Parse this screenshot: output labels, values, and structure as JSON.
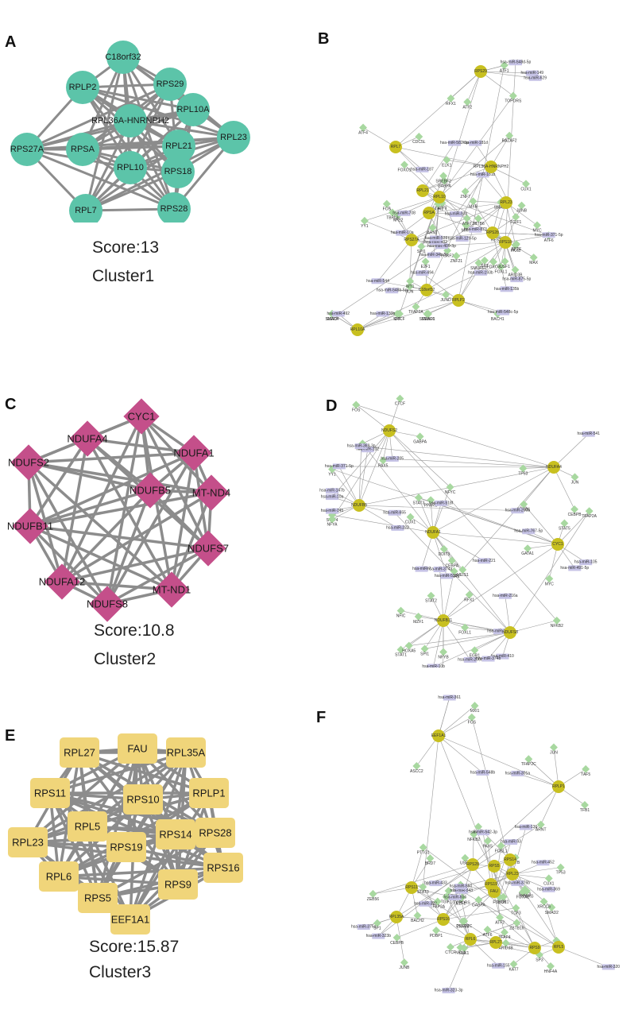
{
  "panel_labels": {
    "a": "A",
    "b": "B",
    "c": "C",
    "d": "D",
    "e": "E",
    "f": "F"
  },
  "colors": {
    "cluster1": "#5cc4a9",
    "cluster2": "#c44f8a",
    "cluster3": "#f0d57a",
    "hub": "#c8c020",
    "tf": "#a8d8a0",
    "mirna": "#c6c3e6",
    "edge": "#8c8c8c"
  },
  "clusters": [
    {
      "score": "Score:13",
      "name": "Cluster1",
      "nodes": [
        "C18orf32",
        "RPLP2",
        "RPS29",
        "RPL10A",
        "RPL36A-HNRNPH2",
        "RPS27A",
        "RPSA",
        "RPL21",
        "RPL23",
        "RPL10",
        "RPS18",
        "RPL7",
        "RPS28"
      ]
    },
    {
      "score": "Score:10.8",
      "name": "Cluster2",
      "nodes": [
        "NDUFA4",
        "CYC1",
        "NDUFS2",
        "NDUFA1",
        "NDUFB5",
        "MT-ND4",
        "NDUFB11",
        "NDUFS7",
        "NDUFA12",
        "MT-ND1",
        "NDUFS8"
      ]
    },
    {
      "score": "Score:15.87",
      "name": "Cluster3",
      "nodes": [
        "RPL27",
        "FAU",
        "RPL35A",
        "RPS11",
        "RPLP1",
        "RPS10",
        "RPL5",
        "RPS28",
        "RPL23",
        "RPS14",
        "RPS19",
        "RPS16",
        "RPL6",
        "RPS9",
        "RPS5",
        "EEF1A1"
      ]
    }
  ],
  "panel_b": {
    "hubs": [
      "RPS29",
      "RPL7",
      "RPL36A-HNRNPH2",
      "RPL21",
      "RPL10",
      "RPSA",
      "RPL23",
      "RPS27A",
      "RPS28",
      "RPS18",
      "C18orf32",
      "RPLP2",
      "RPL10A"
    ],
    "tfs": [
      "TGIF1",
      "ARID3B",
      "FOXO1",
      "REST",
      "JUN",
      "ATF2",
      "FOS",
      "JUND",
      "BACH1",
      "SREBF1",
      "NFE2",
      "JUNB",
      "FOXL1",
      "ZNF7",
      "FOXF2",
      "CTCF",
      "TFAP2A",
      "WT1",
      "EGR2",
      "MYC",
      "SRF",
      "MAX",
      "TBPL3",
      "YY1",
      "MXI1",
      "USF1",
      "SP1",
      "SPI1",
      "RFX1",
      "FOXO3",
      "ATF3",
      "CUX1",
      "SMAD2",
      "SMAD1",
      "BAZAF2",
      "SMURF2",
      "PAX8",
      "ZBTB6",
      "EGR1",
      "ELK1",
      "GABPA",
      "ARNT",
      "ATF7",
      "ATF4",
      "ATF6",
      "ATF1",
      "E2F1",
      "SMAD4",
      "CDC5L",
      "TOPORS",
      "MYB",
      "ZNF21",
      "SREBF2",
      "BPTF"
    ],
    "mirnas": [
      "hsa-miR-93b",
      "hsa-miR-10a",
      "hsa-miR-494",
      "hsa-miR-135b",
      "hsa-miR-193b",
      "hsa-miR-409-3p",
      "hsa-miR-130b",
      "hsa-miR-129-5p",
      "hsa-miR-875-5p",
      "hsa-miR-149",
      "hsa-miR-181b",
      "hsa-miR-492",
      "hsa-miR-432",
      "hsa-miR-708",
      "hsa-miR-181d",
      "hsa-miR-873",
      "hsa-miR-544",
      "hsa-miR-371-5p",
      "hsa-miR-548c-5p",
      "hsa-miR-539",
      "hsa-miR-548d-5p",
      "hsa-miR-548b-5p",
      "hsa-miR-629",
      "hsa-miR-34b-3p",
      "hsa-miR-187",
      "hsa-miR-582-3p"
    ]
  },
  "panel_d": {
    "hubs": [
      "NDUFS2",
      "NDUFB5",
      "NDUFA4",
      "NDUFA1",
      "CYC1",
      "NDUFB11",
      "NDUFS8"
    ],
    "tfs": [
      "NFKB1",
      "STAT1",
      "TFAP2A",
      "TP53",
      "EGR1",
      "STAT3",
      "STAT2",
      "NFKB2",
      "STAT5",
      "STAT4",
      "HOXA5",
      "MEIS1",
      "SPI1",
      "YY1",
      "GABPA",
      "SPI1",
      "MYC",
      "NFIC",
      "CUX1",
      "CEBPA",
      "E2F1",
      "PAX5",
      "DDIT3",
      "NFYB",
      "NFYC",
      "NFYA",
      "CTCF",
      "RFX1",
      "MZF1",
      "FOXL1",
      "GATA1",
      "PPARG",
      "JUN",
      "FOS",
      "CEBPB",
      "EGR1"
    ],
    "mirnas": [
      "hsa-miR-105",
      "hsa-miR-767-5p",
      "hsa-miR-147b",
      "hsa-miR-205",
      "hsa-miR-145",
      "hsa-miR-132",
      "hsa-miR-10b",
      "hsa-miR-10a",
      "hsa-miR-7",
      "hsa-miR-518f",
      "hsa-miR-371-5p",
      "hsa-miR-200c",
      "hsa-miR-200a",
      "hsa-miR-216a",
      "hsa-miR-518c",
      "hsa-miR-200b",
      "hsa-miR-541",
      "hsa-miR-222",
      "hsa-miR-410",
      "hsa-miR-374b",
      "hsa-miR-374a",
      "hsa-miR-369-3p",
      "hsa-miR-221",
      "hsa-miR-655",
      "hsa-miR-491-5p"
    ]
  },
  "panel_f": {
    "hubs": [
      "EEF1A1",
      "RPLP1",
      "RPS28",
      "RPS5",
      "RPS14",
      "RPL23",
      "RPS19",
      "FAU",
      "RPS16",
      "RPL35A",
      "RPS11",
      "RPL27",
      "RPS9",
      "RPL6",
      "RPL5"
    ],
    "tfs": [
      "JUN",
      "JUND",
      "JUNB",
      "POLR2C",
      "ZNF24",
      "MLLT3",
      "PDBP1",
      "TFB1",
      "ZBTB16",
      "E2F1",
      "BACH2",
      "EGR1",
      "FOSL1",
      "HNF4A",
      "TGIF1",
      "CEBPB",
      "FOS",
      "ZEB56",
      "ARNT",
      "SREBP2",
      "FOXO1",
      "PAX5",
      "TCF3",
      "SP1",
      "ATF6",
      "TFAP4",
      "FOXA2",
      "ARID3B",
      "USF1",
      "MXI1",
      "TP53",
      "SMAD2",
      "TAF5",
      "YY1",
      "SP3",
      "GABPA",
      "ATF2",
      "PPARG",
      "CTCF",
      "TFAP2C",
      "ELK1",
      "MYB",
      "NFKB2",
      "PAX2",
      "CUX1",
      "XRCC6",
      "NFYA",
      "ASCC2",
      "BRD7",
      "TOPORS",
      "PTTG1",
      "TFAP2A",
      "KAT7",
      "STAT3"
    ],
    "mirnas": [
      "hsa-miR-542-3p",
      "hsa-miR-323b",
      "hsa-miR-606",
      "hsa-miR-361",
      "hsa-miR-543",
      "hsa-miR-320",
      "hsa-miR-550",
      "hsa-miR-323-3p",
      "hsa-miR-136",
      "hsa-miR-93",
      "hsa-miR-369",
      "hsa-miR-382",
      "hsa-miR-433",
      "hsa-miR-548b",
      "hsa-miR-452",
      "hsa-miR-301a",
      "hsa-miR-155",
      "hsa-miR-376a",
      "hsa-miR-376b"
    ]
  }
}
